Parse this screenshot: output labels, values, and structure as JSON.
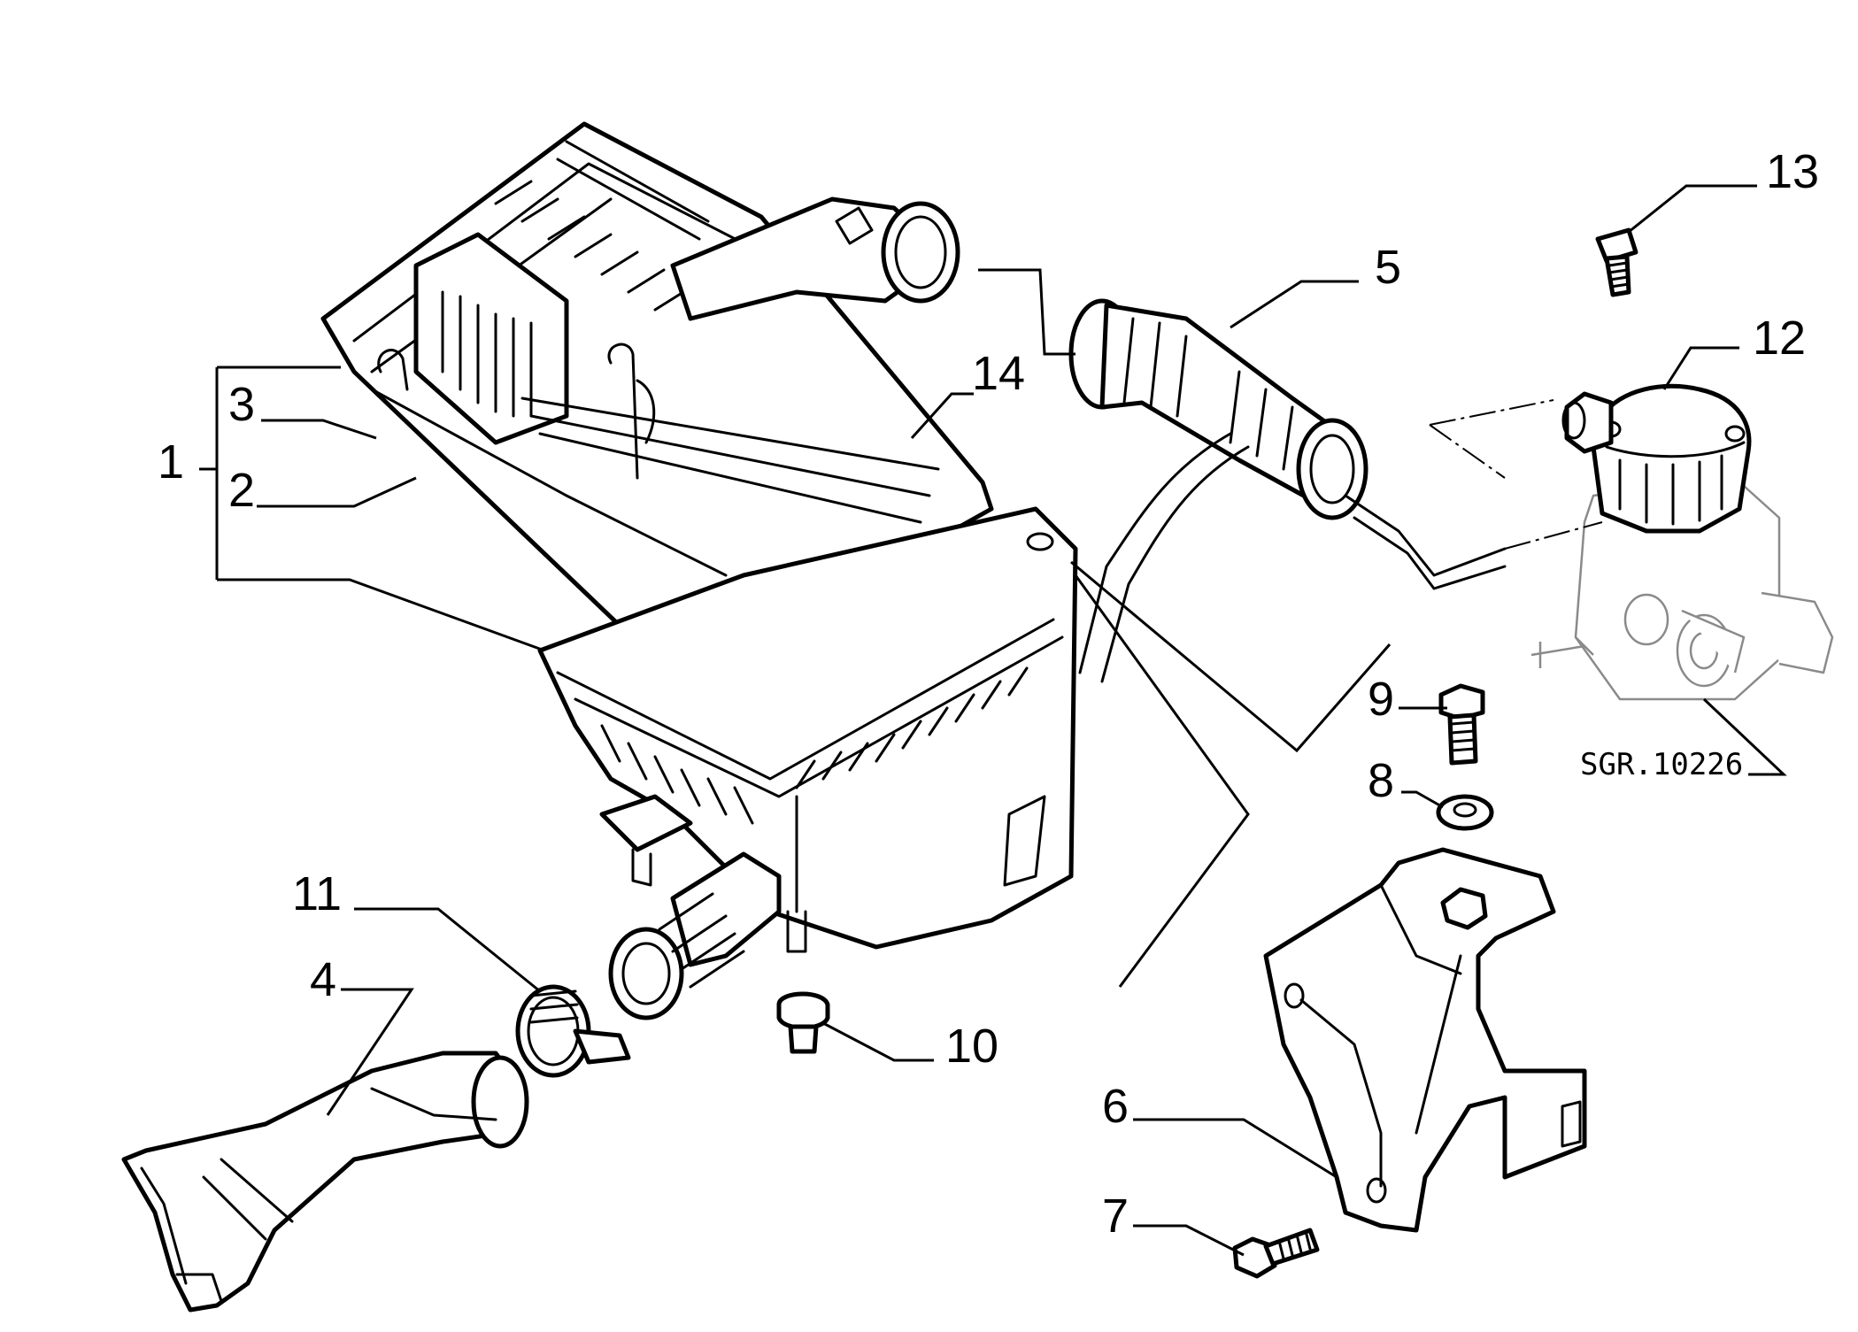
{
  "diagram": {
    "drawing_code": "SGR.10226",
    "labels": {
      "p1": "1",
      "p2": "2",
      "p3": "3",
      "p4": "4",
      "p5": "5",
      "p6": "6",
      "p7": "7",
      "p8": "8",
      "p9": "9",
      "p10": "10",
      "p11": "11",
      "p12": "12",
      "p13": "13",
      "p14": "14"
    }
  }
}
